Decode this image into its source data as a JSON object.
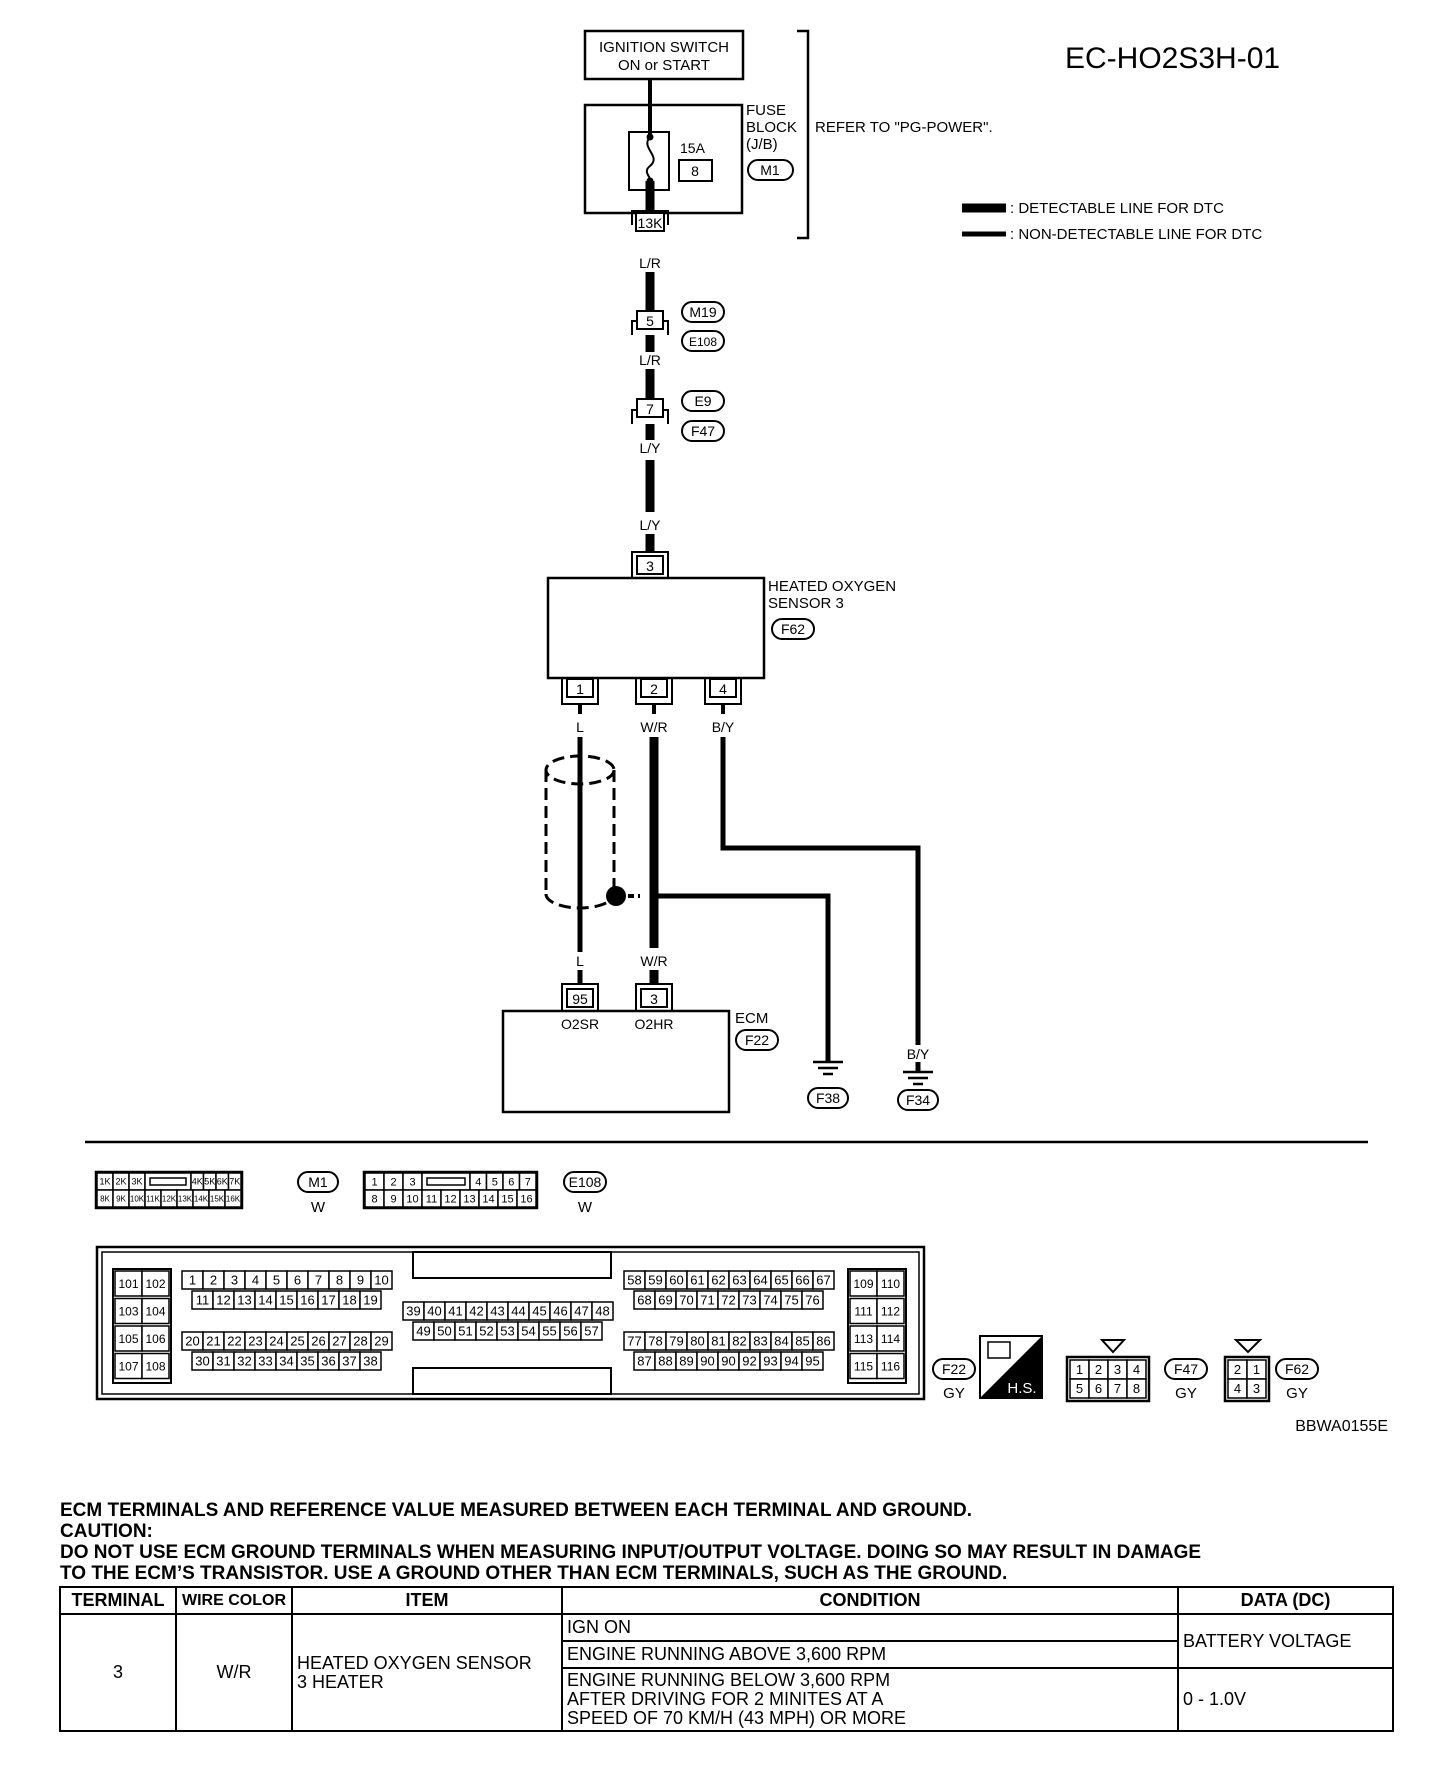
{
  "diagram_id": "EC-HO2S3H-01",
  "ignition": {
    "line1": "IGNITION SWITCH",
    "line2": "ON or START"
  },
  "fuse_block": {
    "line1": "FUSE",
    "line2": "BLOCK",
    "line3": "(J/B)",
    "connector": "M1",
    "amp": "15A",
    "fuse_no": "8",
    "terminal": "13K",
    "refer": "REFER TO \"PG-POWER\"."
  },
  "legend": {
    "detectable": ": DETECTABLE LINE FOR DTC",
    "non_detectable": ": NON-DETECTABLE LINE FOR DTC"
  },
  "wires": {
    "lr": "L/R",
    "ly": "L/Y",
    "l": "L",
    "wr": "W/R",
    "by": "B/Y"
  },
  "joint1": {
    "pin": "5",
    "c1": "M19",
    "c2": "E108"
  },
  "joint2": {
    "pin": "7",
    "c1": "E9",
    "c2": "F47"
  },
  "sensor": {
    "line1": "HEATED OXYGEN",
    "line2": "SENSOR 3",
    "connector": "F62",
    "pin_top": "3",
    "pin1": "1",
    "pin2": "2",
    "pin4": "4"
  },
  "ecm": {
    "label": "ECM",
    "connector": "F22",
    "pin95": "95",
    "pin3": "3",
    "sig1": "O2SR",
    "sig2": "O2HR"
  },
  "grounds": {
    "g1": "F38",
    "g2": "F34"
  },
  "m1_conn": {
    "id": "M1",
    "color": "W",
    "row1": [
      "1K",
      "2K",
      "3K",
      "4K",
      "5K",
      "6K",
      "7K"
    ],
    "row2": [
      "8K",
      "9K",
      "10K",
      "11K",
      "12K",
      "13K",
      "14K",
      "15K",
      "16K"
    ]
  },
  "e108_conn": {
    "id": "E108",
    "color": "W",
    "row1": [
      "1",
      "2",
      "3",
      "4",
      "5",
      "6",
      "7"
    ],
    "row2": [
      "8",
      "9",
      "10",
      "11",
      "12",
      "13",
      "14",
      "15",
      "16"
    ]
  },
  "ecm_conn": {
    "id": "F22",
    "color": "GY",
    "left_col_a": [
      "101",
      "103",
      "105",
      "107"
    ],
    "left_col_b": [
      "102",
      "104",
      "106",
      "108"
    ],
    "g1_r1": [
      "1",
      "2",
      "3",
      "4",
      "5",
      "6",
      "7",
      "8",
      "9",
      "10"
    ],
    "g1_r2": [
      "11",
      "12",
      "13",
      "14",
      "15",
      "16",
      "17",
      "18",
      "19"
    ],
    "g1_r3": [
      "20",
      "21",
      "22",
      "23",
      "24",
      "25",
      "26",
      "27",
      "28",
      "29"
    ],
    "g1_r4": [
      "30",
      "31",
      "32",
      "33",
      "34",
      "35",
      "36",
      "37",
      "38"
    ],
    "g2_r1": [
      "39",
      "40",
      "41",
      "42",
      "43",
      "44",
      "45",
      "46",
      "47",
      "48"
    ],
    "g2_r2": [
      "49",
      "50",
      "51",
      "52",
      "53",
      "54",
      "55",
      "56",
      "57"
    ],
    "g3_r1": [
      "58",
      "59",
      "60",
      "61",
      "62",
      "63",
      "64",
      "65",
      "66",
      "67"
    ],
    "g3_r2": [
      "68",
      "69",
      "70",
      "71",
      "72",
      "73",
      "74",
      "75",
      "76"
    ],
    "g3_r3": [
      "77",
      "78",
      "79",
      "80",
      "81",
      "82",
      "83",
      "84",
      "85",
      "86"
    ],
    "g3_r4": [
      "87",
      "88",
      "89",
      "90",
      "90",
      "92",
      "93",
      "94",
      "95"
    ],
    "right_col_a": [
      "109",
      "111",
      "113",
      "115"
    ],
    "right_col_b": [
      "110",
      "112",
      "114",
      "116"
    ]
  },
  "hs_label": "H.S.",
  "f47_conn": {
    "id": "F47",
    "color": "GY",
    "row1": [
      "1",
      "2",
      "3",
      "4"
    ],
    "row2": [
      "5",
      "6",
      "7",
      "8"
    ]
  },
  "f62_conn": {
    "id": "F62",
    "color": "GY",
    "row1": [
      "2",
      "1"
    ],
    "row2": [
      "4",
      "3"
    ]
  },
  "figure_code": "BBWA0155E",
  "notes": {
    "line1": "ECM TERMINALS AND REFERENCE VALUE MEASURED BETWEEN EACH TERMINAL AND GROUND.",
    "line2": "CAUTION:",
    "line3": "DO NOT USE ECM GROUND TERMINALS WHEN MEASURING INPUT/OUTPUT VOLTAGE. DOING SO MAY RESULT IN DAMAGE",
    "line4": "TO THE ECM’S TRANSISTOR. USE A GROUND OTHER THAN ECM TERMINALS, SUCH AS THE GROUND."
  },
  "table": {
    "headers": {
      "terminal": "TERMINAL",
      "wire_color": "WIRE COLOR",
      "item": "ITEM",
      "condition": "CONDITION",
      "data": "DATA (DC)"
    },
    "terminal": "3",
    "wire_color": "W/R",
    "item_l1": "HEATED OXYGEN SENSOR",
    "item_l2": "3 HEATER",
    "cond1": "IGN ON",
    "cond2": "ENGINE RUNNING ABOVE 3,600 RPM",
    "cond3_l1": "ENGINE RUNNING BELOW 3,600 RPM",
    "cond3_l2": "AFTER DRIVING FOR 2 MINITES AT A",
    "cond3_l3": "SPEED OF 70 KM/H (43 MPH) OR MORE",
    "data1": "BATTERY VOLTAGE",
    "data2": "0 - 1.0V"
  }
}
